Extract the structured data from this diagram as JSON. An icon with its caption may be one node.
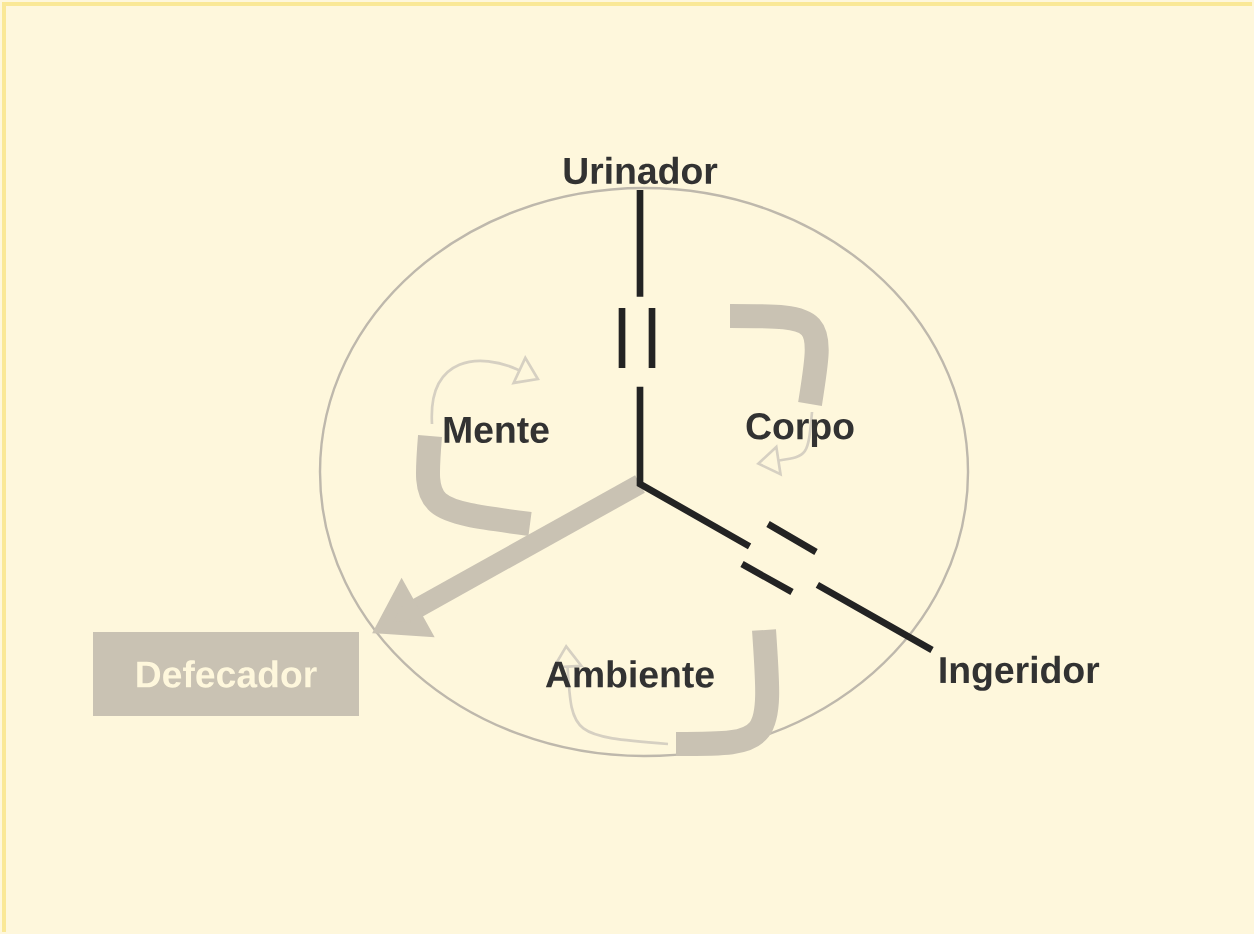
{
  "diagram": {
    "nodes": [
      {
        "text": [
          "Urinador"
        ]
      },
      {
        "text": [
          "Ingeridor"
        ]
      },
      {
        "text": [
          "Defecador"
        ]
      }
    ],
    "edges": [
      {
        "from": 0,
        "to": 1,
        "arrow": "none",
        "style": "dashed"
      },
      {
        "from": null,
        "to": 2,
        "arrow": "to",
        "style": "thick",
        "color": "#c9c2b3"
      }
    ],
    "labels": [
      "Mente",
      "Corpo",
      "Ambiente"
    ]
  }
}
